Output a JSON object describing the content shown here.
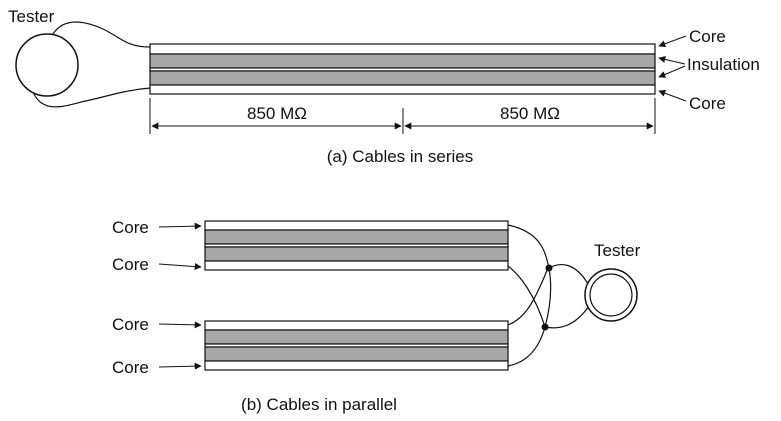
{
  "series": {
    "tester_label": "Tester",
    "core_top_label": "Core",
    "insulation_label": "Insulation",
    "core_bottom_label": "Core",
    "resistance_left": "850 MΩ",
    "resistance_right": "850 MΩ",
    "caption": "(a) Cables in series"
  },
  "parallel": {
    "core_labels": [
      "Core",
      "Core",
      "Core",
      "Core"
    ],
    "tester_label": "Tester",
    "caption": "(b) Cables in parallel"
  },
  "colors": {
    "insulation": "#a8a8a8",
    "line": "#111111",
    "background": "#ffffff"
  }
}
